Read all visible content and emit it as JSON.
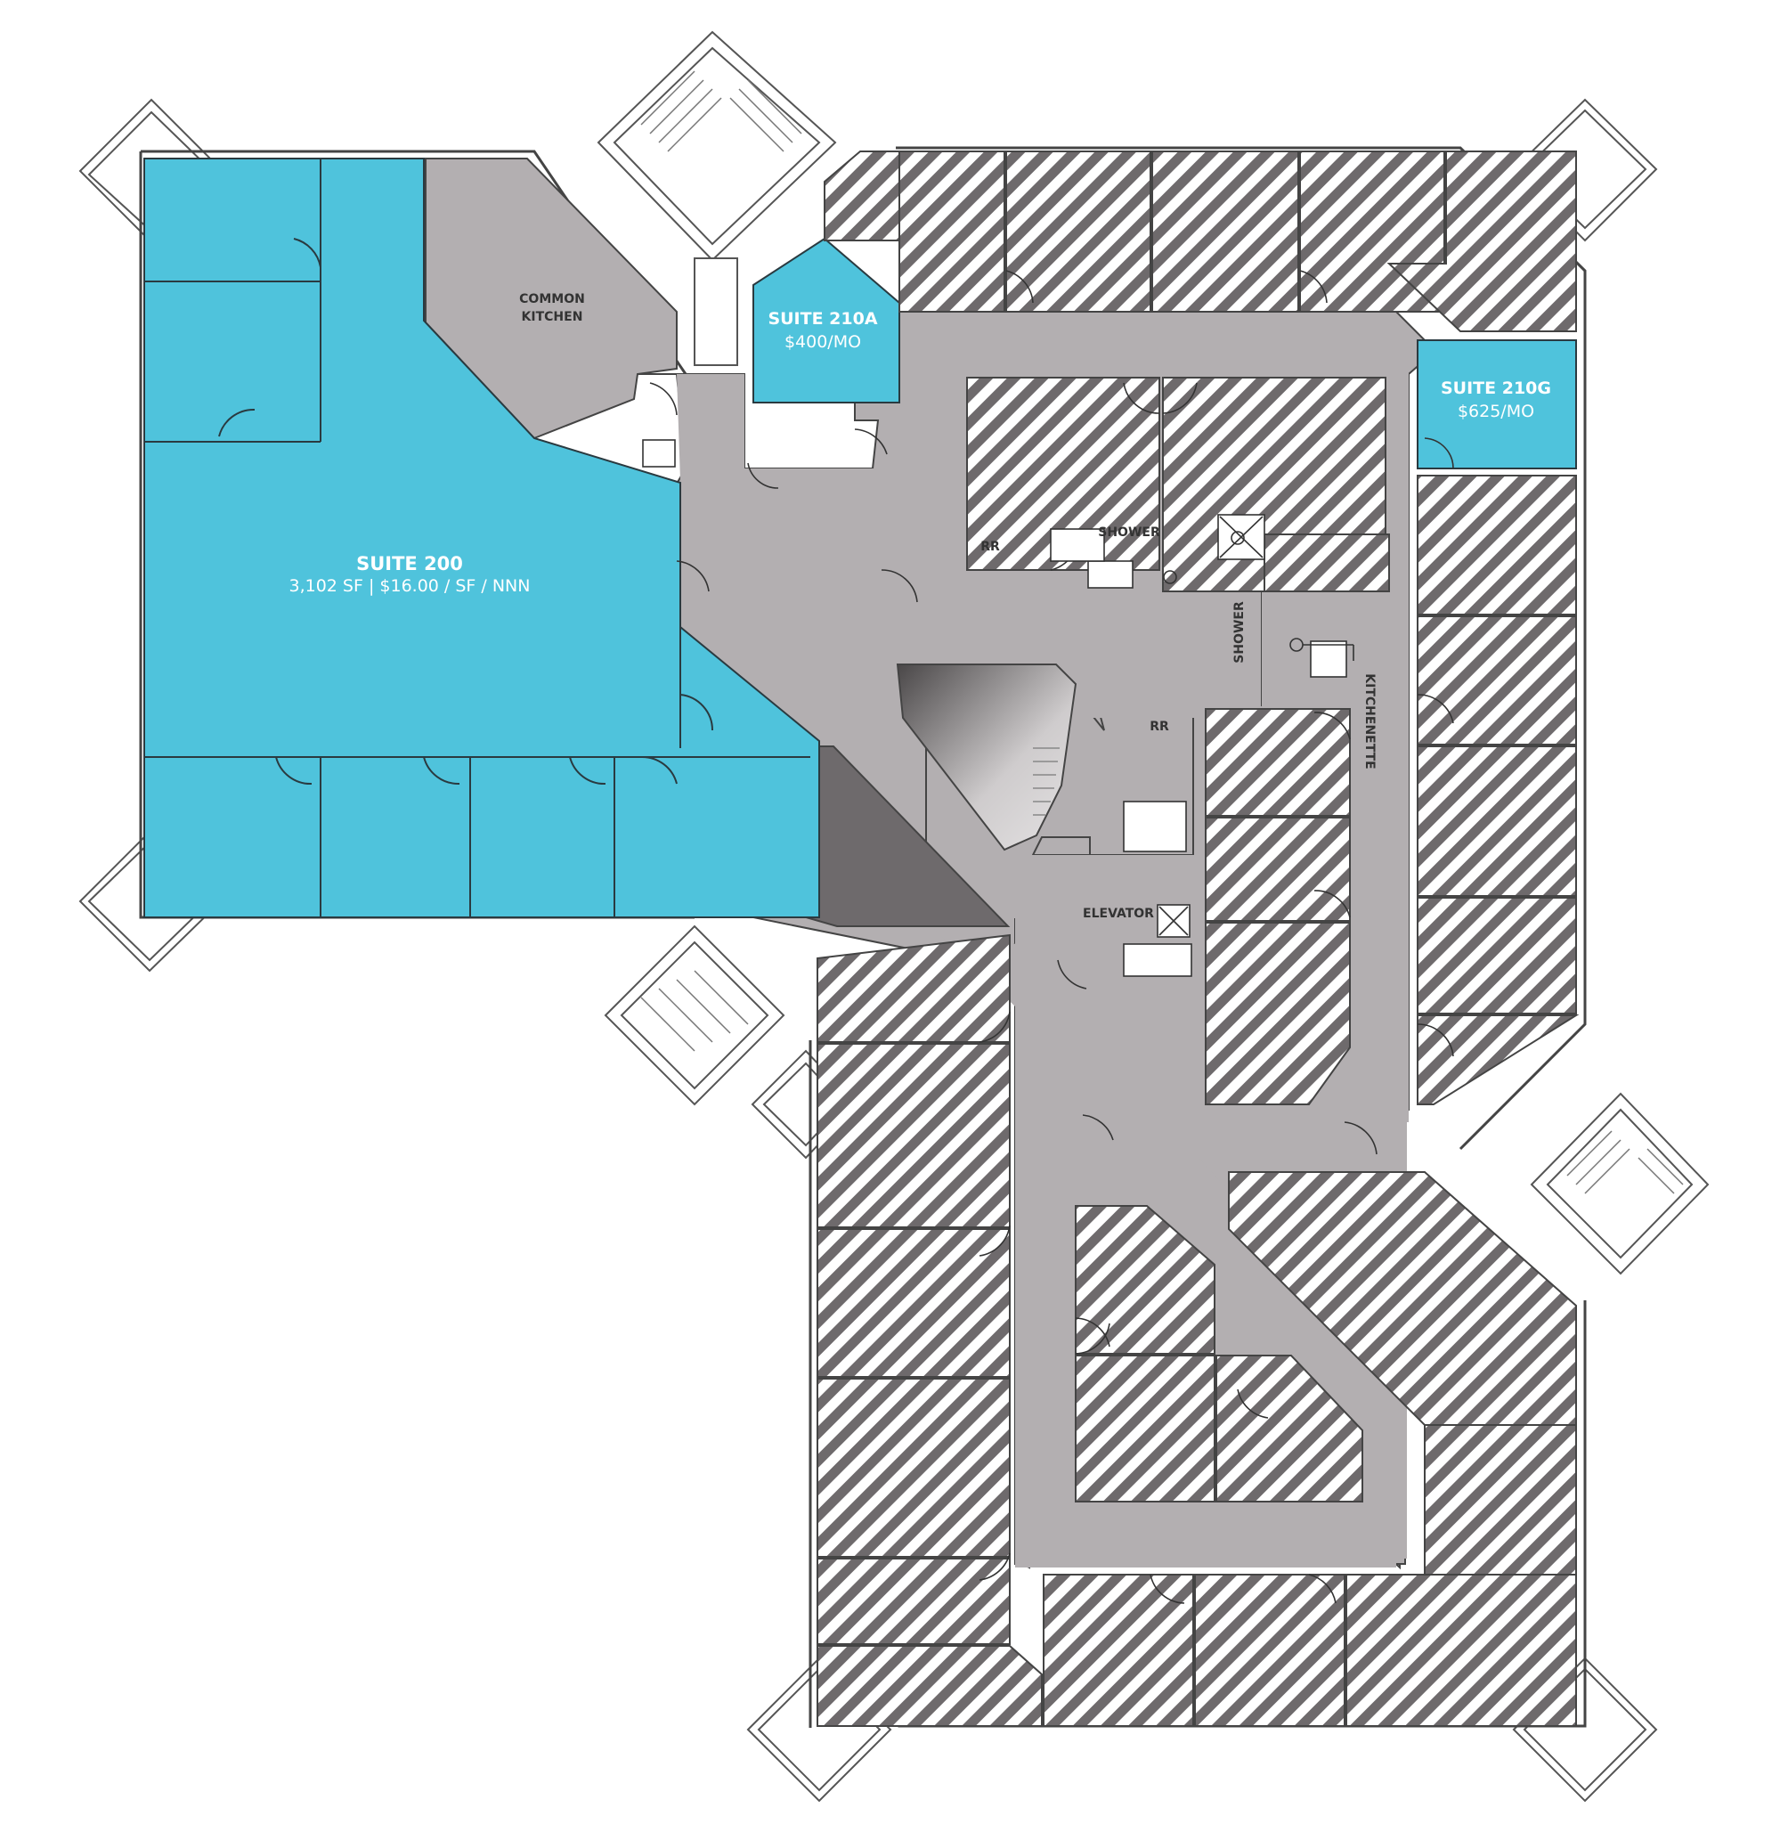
{
  "labels": {
    "suite_200_title": "SUITE 200",
    "suite_200_detail": "3,102 SF | $16.00 / SF / NNN",
    "suite_210a_title": "SUITE 210A",
    "suite_210a_price": "$400/MO",
    "suite_210g_title": "SUITE 210G",
    "suite_210g_price": "$625/MO",
    "common_kitchen_line1": "COMMON",
    "common_kitchen_line2": "KITCHEN",
    "rr_upper": "RR",
    "rr_lower": "RR",
    "shower_upper": "SHOWER",
    "shower_vertical": "SHOWER",
    "kitchenette": "KITCHENETTE",
    "elevator": "ELEVATOR"
  },
  "colors": {
    "available": "#4FC3DC",
    "common": "#B3AFB1",
    "leased_hatch_bg": "#FFFFFF",
    "leased_hatch_stripe": "#6E6A6C",
    "core_dark": "#6E6A6C",
    "wall": "#3A3A3A",
    "label_white": "#FFFFFF",
    "label_dark": "#333333"
  }
}
